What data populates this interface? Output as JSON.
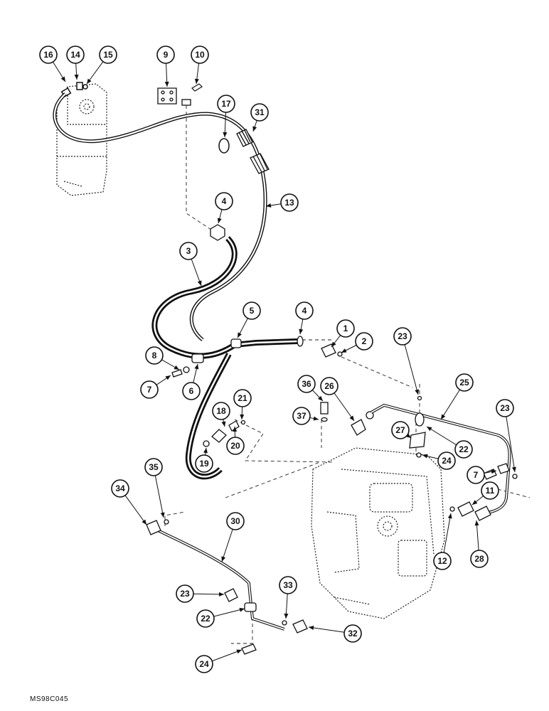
{
  "drawing_code": "MS98C045",
  "callouts": [
    {
      "id": "c16",
      "label": "16"
    },
    {
      "id": "c14",
      "label": "14"
    },
    {
      "id": "c15",
      "label": "15"
    },
    {
      "id": "c9",
      "label": "9"
    },
    {
      "id": "c10",
      "label": "10"
    },
    {
      "id": "c17",
      "label": "17"
    },
    {
      "id": "c31",
      "label": "31"
    },
    {
      "id": "c13",
      "label": "13"
    },
    {
      "id": "c4a",
      "label": "4"
    },
    {
      "id": "c3",
      "label": "3"
    },
    {
      "id": "c5",
      "label": "5"
    },
    {
      "id": "c4b",
      "label": "4"
    },
    {
      "id": "c1",
      "label": "1"
    },
    {
      "id": "c2",
      "label": "2"
    },
    {
      "id": "c23a",
      "label": "23"
    },
    {
      "id": "c25",
      "label": "25"
    },
    {
      "id": "c23b",
      "label": "23"
    },
    {
      "id": "c8",
      "label": "8"
    },
    {
      "id": "c7a",
      "label": "7"
    },
    {
      "id": "c6",
      "label": "6"
    },
    {
      "id": "c36",
      "label": "36"
    },
    {
      "id": "c26",
      "label": "26"
    },
    {
      "id": "c37",
      "label": "37"
    },
    {
      "id": "c21",
      "label": "21"
    },
    {
      "id": "c18",
      "label": "18"
    },
    {
      "id": "c20",
      "label": "20"
    },
    {
      "id": "c19",
      "label": "19"
    },
    {
      "id": "c27",
      "label": "27"
    },
    {
      "id": "c22a",
      "label": "22"
    },
    {
      "id": "c24a",
      "label": "24"
    },
    {
      "id": "c7b",
      "label": "7"
    },
    {
      "id": "c11",
      "label": "11"
    },
    {
      "id": "c12",
      "label": "12"
    },
    {
      "id": "c28",
      "label": "28"
    },
    {
      "id": "c35",
      "label": "35"
    },
    {
      "id": "c34",
      "label": "34"
    },
    {
      "id": "c30",
      "label": "30"
    },
    {
      "id": "c33",
      "label": "33"
    },
    {
      "id": "c23c",
      "label": "23"
    },
    {
      "id": "c22b",
      "label": "22"
    },
    {
      "id": "c32",
      "label": "32"
    },
    {
      "id": "c24b",
      "label": "24"
    }
  ]
}
